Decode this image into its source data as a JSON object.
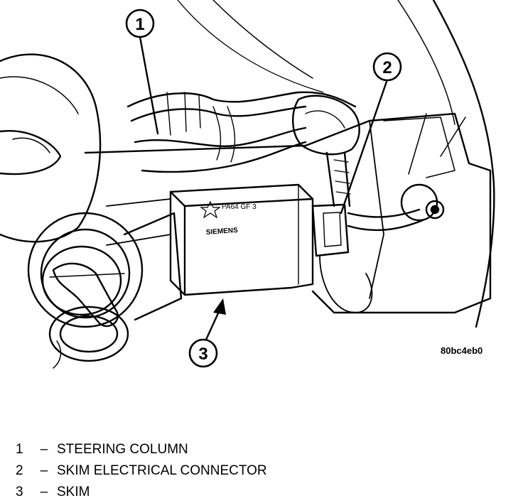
{
  "figure": {
    "callouts": [
      "1",
      "2",
      "3"
    ],
    "module_text": {
      "part_number": "PA64 GF 3",
      "brand": "SIEMENS"
    },
    "figure_id": "80bc4eb0"
  },
  "legend": [
    {
      "number": "1",
      "separator": "–",
      "label": "STEERING COLUMN"
    },
    {
      "number": "2",
      "separator": "–",
      "label": "SKIM ELECTRICAL CONNECTOR"
    },
    {
      "number": "3",
      "separator": "–",
      "label": "SKIM"
    }
  ]
}
